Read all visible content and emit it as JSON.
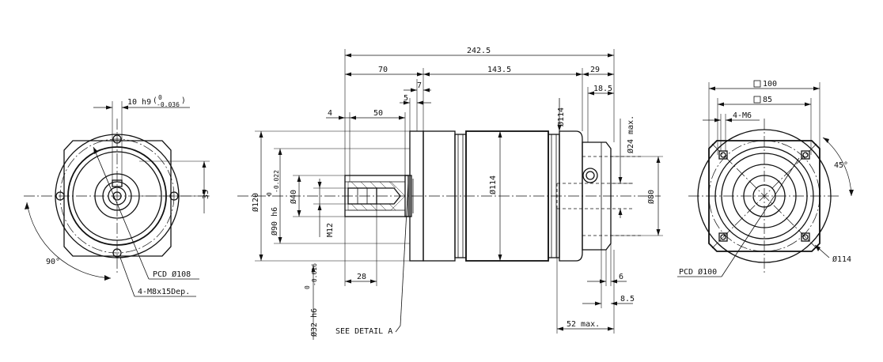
{
  "drawing": {
    "left_view": {
      "keyway": "10 h9",
      "keyway_tol_upper": "0",
      "keyway_tol_lower": "-0.036",
      "height_35": "35",
      "angle": "90°",
      "pcd": "PCD Ø108",
      "holes": "4-M8x15Dep."
    },
    "side_view": {
      "overall": "242.5",
      "d70": "70",
      "d143_5": "143.5",
      "d29": "29",
      "d18_5": "18.5",
      "d7": "7",
      "d5": "5",
      "d4": "4",
      "d50": "50",
      "d28": "28",
      "d6": "6",
      "d8_5": "8.5",
      "d52max": "52 max.",
      "dia120": "Ø120",
      "dia90": "Ø90 h6",
      "dia90_tol_upper": "0",
      "dia90_tol_lower": "-0.022",
      "dia40": "Ø40",
      "m12": "M12",
      "dia32": "Ø32 h6",
      "dia32_tol_upper": "0",
      "dia32_tol_lower": "-0.016",
      "dia114_top": "Ø114",
      "dia114_mid": "Ø114",
      "dia24max": "Ø24 max.",
      "dia80": "Ø80",
      "see_detail": "SEE DETAIL A"
    },
    "right_view": {
      "sq100": "100",
      "sq85": "85",
      "holes": "4-M6",
      "angle": "45°",
      "dia114": "Ø114",
      "pcd": "PCD Ø100"
    }
  }
}
